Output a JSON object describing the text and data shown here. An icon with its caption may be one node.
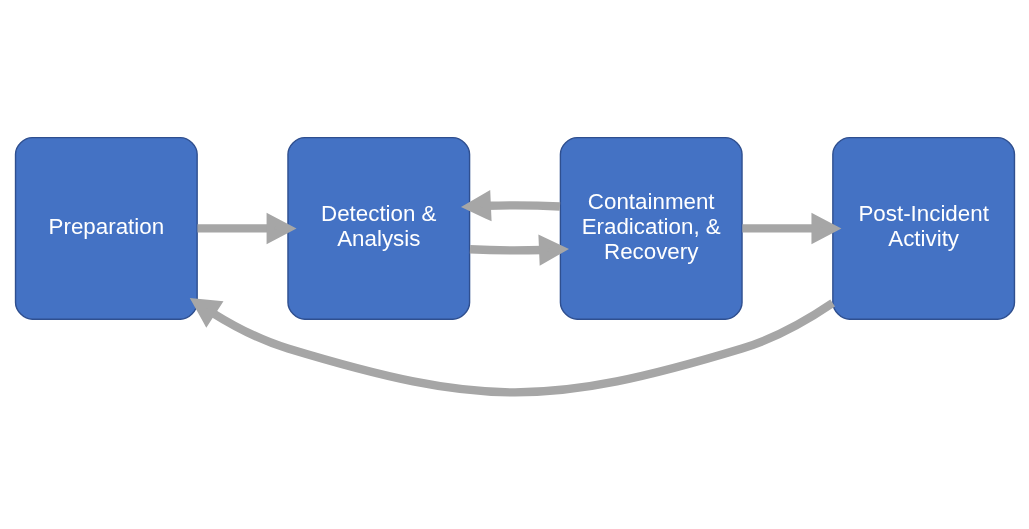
{
  "diagram": {
    "nodes": [
      {
        "text": [
          "Preparation"
        ]
      },
      {
        "text": [
          "Detection & Analysis"
        ]
      },
      {
        "text": [
          "Containment Eradication, & Recovery"
        ]
      },
      {
        "text": [
          "Post-Incident Activity"
        ]
      }
    ],
    "edges": [
      {
        "from": 0,
        "to": 1,
        "arrow": "to"
      },
      {
        "from": 1,
        "to": 2,
        "arrow": "to"
      },
      {
        "from": 2,
        "to": 3,
        "arrow": "to"
      },
      {
        "from": 2,
        "to": 1,
        "arrow": "to"
      },
      {
        "from": 3,
        "to": 0,
        "arrow": "to"
      }
    ]
  }
}
